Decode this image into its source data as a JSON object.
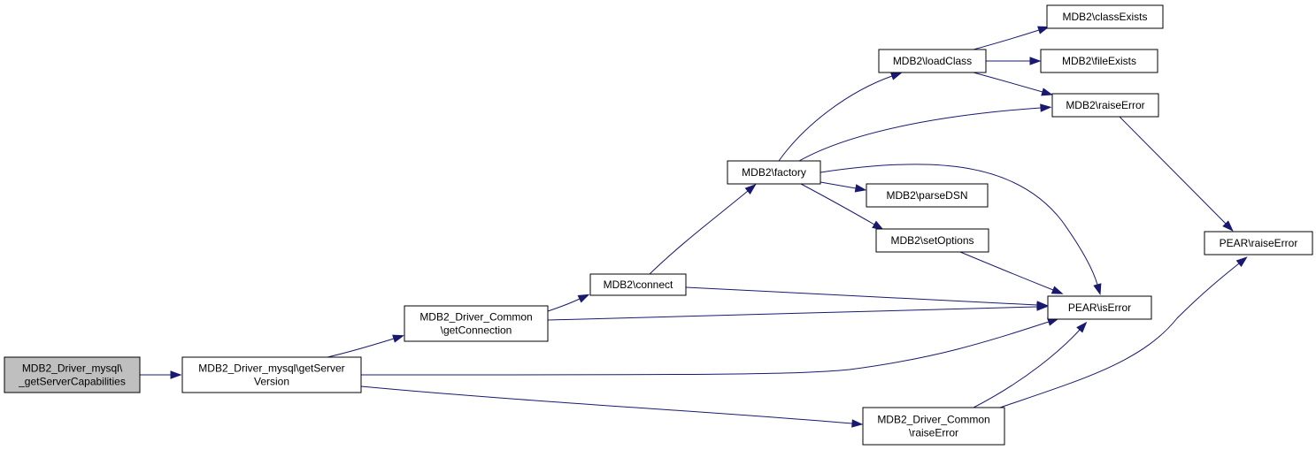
{
  "diagram": {
    "nodes": [
      {
        "id": "root",
        "lines": [
          "MDB2_Driver_mysql\\",
          "_getServerCapabilities"
        ],
        "root": true
      },
      {
        "id": "getServerVersion",
        "lines": [
          "MDB2_Driver_mysql\\getServer",
          "Version"
        ]
      },
      {
        "id": "getConnection",
        "lines": [
          "MDB2_Driver_Common",
          "\\getConnection"
        ]
      },
      {
        "id": "connect",
        "lines": [
          "MDB2\\connect"
        ]
      },
      {
        "id": "factory",
        "lines": [
          "MDB2\\factory"
        ]
      },
      {
        "id": "loadClass",
        "lines": [
          "MDB2\\loadClass"
        ]
      },
      {
        "id": "classExists",
        "lines": [
          "MDB2\\classExists"
        ]
      },
      {
        "id": "fileExists",
        "lines": [
          "MDB2\\fileExists"
        ]
      },
      {
        "id": "mdb2RaiseError",
        "lines": [
          "MDB2\\raiseError"
        ]
      },
      {
        "id": "parseDSN",
        "lines": [
          "MDB2\\parseDSN"
        ]
      },
      {
        "id": "setOptions",
        "lines": [
          "MDB2\\setOptions"
        ]
      },
      {
        "id": "isError",
        "lines": [
          "PEAR\\isError"
        ]
      },
      {
        "id": "pearRaiseError",
        "lines": [
          "PEAR\\raiseError"
        ]
      },
      {
        "id": "commonRaiseError",
        "lines": [
          "MDB2_Driver_Common",
          "\\raiseError"
        ]
      }
    ],
    "edges": [
      {
        "from": "root",
        "to": "getServerVersion"
      },
      {
        "from": "getServerVersion",
        "to": "getConnection"
      },
      {
        "from": "getServerVersion",
        "to": "isError"
      },
      {
        "from": "getServerVersion",
        "to": "commonRaiseError"
      },
      {
        "from": "getConnection",
        "to": "connect"
      },
      {
        "from": "getConnection",
        "to": "isError"
      },
      {
        "from": "connect",
        "to": "factory"
      },
      {
        "from": "connect",
        "to": "isError"
      },
      {
        "from": "factory",
        "to": "loadClass"
      },
      {
        "from": "factory",
        "to": "mdb2RaiseError"
      },
      {
        "from": "factory",
        "to": "isError"
      },
      {
        "from": "factory",
        "to": "parseDSN"
      },
      {
        "from": "factory",
        "to": "setOptions"
      },
      {
        "from": "loadClass",
        "to": "classExists"
      },
      {
        "from": "loadClass",
        "to": "fileExists"
      },
      {
        "from": "loadClass",
        "to": "mdb2RaiseError"
      },
      {
        "from": "mdb2RaiseError",
        "to": "pearRaiseError"
      },
      {
        "from": "setOptions",
        "to": "isError"
      },
      {
        "from": "commonRaiseError",
        "to": "isError"
      },
      {
        "from": "commonRaiseError",
        "to": "pearRaiseError"
      }
    ]
  }
}
